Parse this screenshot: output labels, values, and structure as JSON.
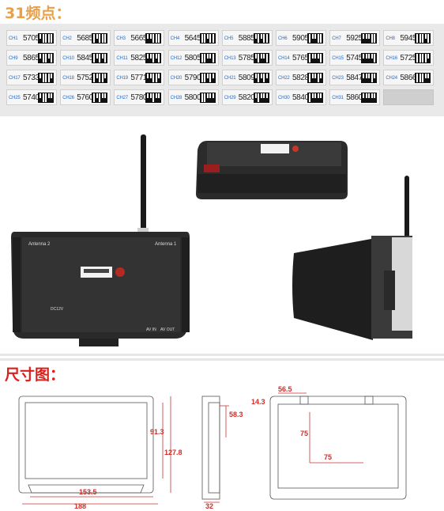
{
  "freq_title": "31频点：",
  "dims_title": "尺寸图：",
  "channels": [
    {
      "ch": "CH1",
      "freq": "5705"
    },
    {
      "ch": "CH2",
      "freq": "5685"
    },
    {
      "ch": "CH3",
      "freq": "5665"
    },
    {
      "ch": "CH4",
      "freq": "5645"
    },
    {
      "ch": "CH5",
      "freq": "5885"
    },
    {
      "ch": "CH6",
      "freq": "5905"
    },
    {
      "ch": "CH7",
      "freq": "5925"
    },
    {
      "ch": "CH8",
      "freq": "5945"
    },
    {
      "ch": "CH9",
      "freq": "5865"
    },
    {
      "ch": "CH10",
      "freq": "5845"
    },
    {
      "ch": "CH11",
      "freq": "5825"
    },
    {
      "ch": "CH12",
      "freq": "5805"
    },
    {
      "ch": "CH13",
      "freq": "5785"
    },
    {
      "ch": "CH14",
      "freq": "5765"
    },
    {
      "ch": "CH15",
      "freq": "5745"
    },
    {
      "ch": "CH16",
      "freq": "5725"
    },
    {
      "ch": "CH17",
      "freq": "5733"
    },
    {
      "ch": "CH18",
      "freq": "5752"
    },
    {
      "ch": "CH19",
      "freq": "5771"
    },
    {
      "ch": "CH20",
      "freq": "5790"
    },
    {
      "ch": "CH21",
      "freq": "5809"
    },
    {
      "ch": "CH22",
      "freq": "5828"
    },
    {
      "ch": "CH23",
      "freq": "5847"
    },
    {
      "ch": "CH24",
      "freq": "5866"
    },
    {
      "ch": "CH25",
      "freq": "5740"
    },
    {
      "ch": "CH26",
      "freq": "5760"
    },
    {
      "ch": "CH27",
      "freq": "5780"
    },
    {
      "ch": "CH28",
      "freq": "5800"
    },
    {
      "ch": "CH29",
      "freq": "5820"
    },
    {
      "ch": "CH30",
      "freq": "5840"
    },
    {
      "ch": "CH31",
      "freq": "5860"
    }
  ],
  "photo_labels": {
    "antenna_2": "Antenna 2",
    "antenna_1": "Antenna 1",
    "dc": "DC12V",
    "av_in": "AV IN",
    "av_out": "AV OUT"
  },
  "dimensions": {
    "height_screen": "91.3",
    "height_total": "127.8",
    "width_screen": "153.5",
    "width_total": "188",
    "side_depth": "32",
    "side_h": "58.3",
    "back_top": "56.5",
    "back_left": "14.3",
    "back_v": "75",
    "back_h": "75"
  }
}
